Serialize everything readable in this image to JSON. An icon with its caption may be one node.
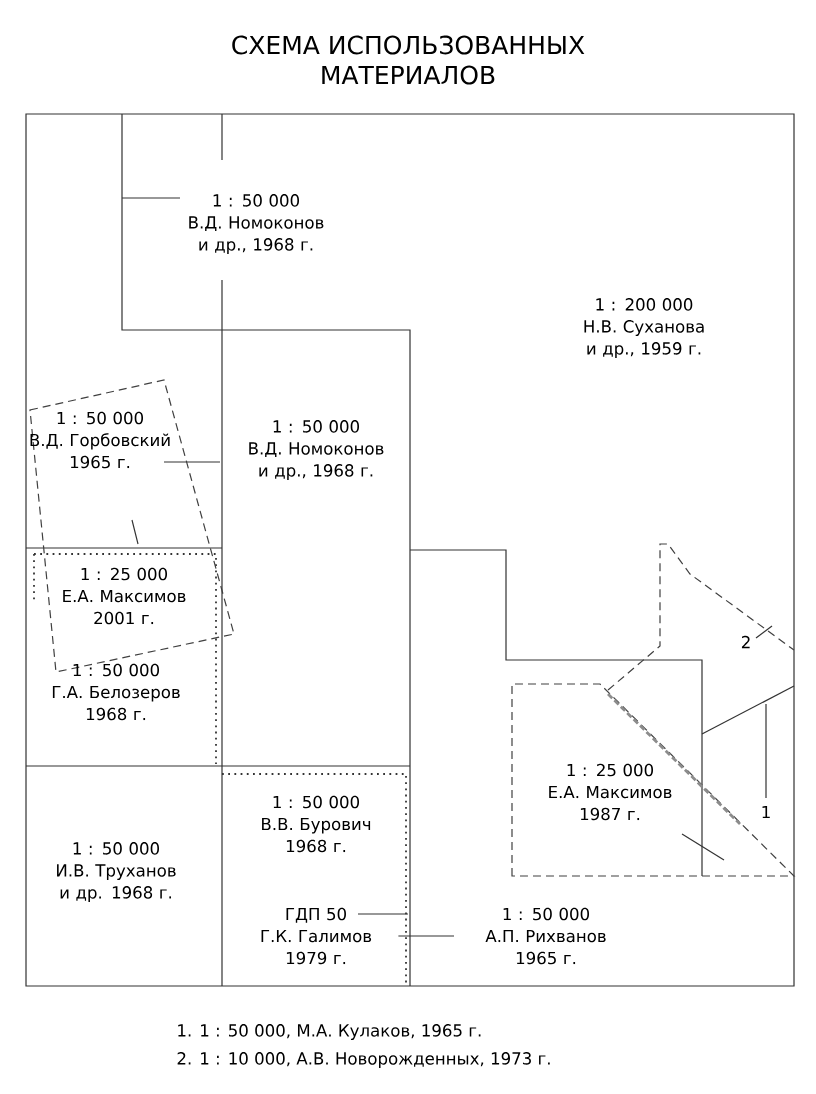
{
  "diagram": {
    "title": "СХЕМА ИСПОЛЬЗОВАННЫХ МАТЕРИАЛОВ",
    "nodes": [
      {
        "text": [
          "1 : 50 000",
          "В.Д. Номоконов и др., 1968 г."
        ]
      },
      {
        "text": [
          "1 : 200 000",
          "Н.В. Суханова и др., 1959 г."
        ]
      },
      {
        "text": [
          "1 : 50 000",
          "В.Д. Горбовский 1965 г."
        ]
      },
      {
        "text": [
          "1 : 50 000",
          "В.Д. Номоконов и др., 1968 г."
        ]
      },
      {
        "text": [
          "1 : 25 000",
          "Е.А. Максимов 2001 г."
        ]
      },
      {
        "text": [
          "1 : 50 000",
          "Г.А. Белозеров 1968 г."
        ]
      },
      {
        "text": [
          "1 : 50 000",
          "И.В. Труханов и др. 1968 г."
        ]
      },
      {
        "text": [
          "1 : 50 000",
          "В.В. Бурович 1968 г."
        ]
      },
      {
        "text": [
          "ГДП 50",
          "Г.К. Галимов 1979 г."
        ]
      },
      {
        "text": [
          "1 : 50 000",
          "А.П. Рихванов 1965 г."
        ]
      },
      {
        "text": [
          "1 : 25 000",
          "Е.А. Максимов 1987 г."
        ]
      },
      {
        "text": [
          "1"
        ]
      },
      {
        "text": [
          "2"
        ]
      }
    ],
    "edges": [
      {
        "from": 8,
        "to": null,
        "arrow": "none"
      },
      {
        "from": 9,
        "to": 8,
        "arrow": "none"
      },
      {
        "from": 10,
        "to": null,
        "arrow": "none"
      },
      {
        "from": 11,
        "to": null,
        "arrow": "none"
      },
      {
        "from": 12,
        "to": null,
        "arrow": "none"
      }
    ],
    "labels": [
      "1. 1 : 50 000, М.А. Кулаков, 1965 г.",
      "2. 1 : 10 000, А.В. Новорожденных, 1973 г."
    ]
  }
}
